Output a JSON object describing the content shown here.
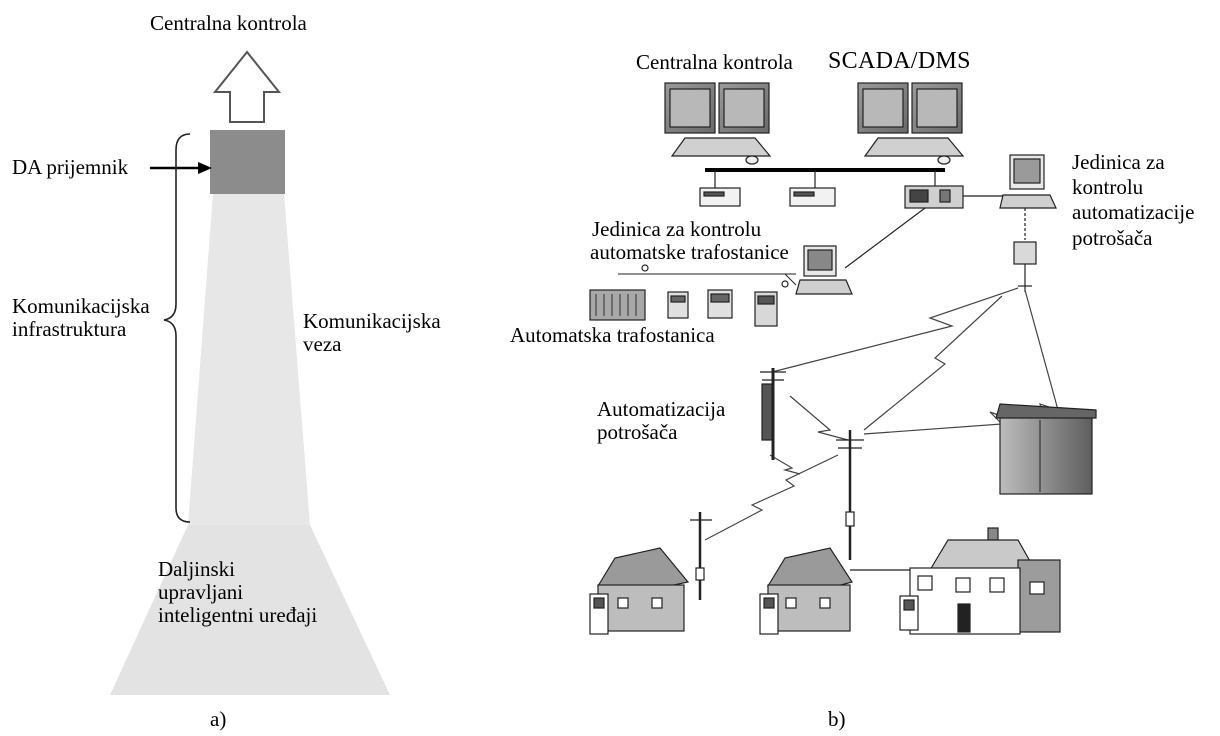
{
  "panel_a": {
    "top_label": "Centralna kontrola",
    "receiver_label": "DA prijemnik",
    "infrastructure_label": [
      "Komunikacijska",
      "infrastruktura"
    ],
    "link_label": [
      "Komunikacijska",
      "veza"
    ],
    "devices_label": [
      "Daljinski",
      "upravljani",
      "inteligentni uređaji"
    ],
    "caption": "a)",
    "colors": {
      "funnel_light": "#e6e6e6",
      "funnel_mid": "#d9d9d9",
      "receiver": "#8c8c8c"
    }
  },
  "panel_b": {
    "central_label": "Centralna kontrola",
    "scada_label": "SCADA/DMS",
    "consumer_unit_label": [
      "Jedinica za",
      "kontrolu",
      "automatizacije",
      "potrošača"
    ],
    "substation_unit_label": [
      "Jedinica za kontrolu",
      "automatske trafostanice"
    ],
    "substation_label": "Automatska trafostanica",
    "consumer_auto_label": [
      "Automatizacija",
      "potrošača"
    ],
    "caption": "b)"
  }
}
